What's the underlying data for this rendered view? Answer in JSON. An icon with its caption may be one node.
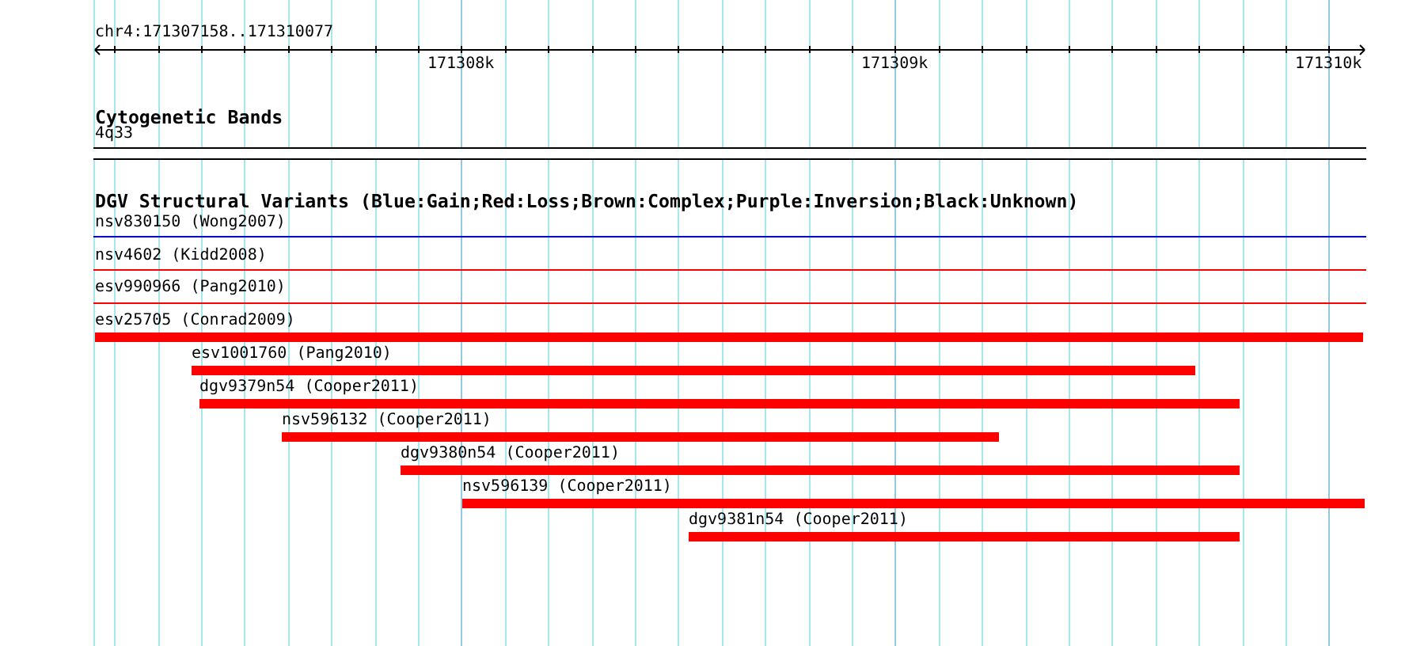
{
  "diagram": {
    "nodes": [
      {
        "text": [
          "4q33"
        ]
      },
      {
        "text": [
          "nsv830150 (Wong2007)"
        ]
      },
      {
        "text": [
          "nsv4602 (Kidd2008)"
        ]
      },
      {
        "text": [
          "esv990966 (Pang2010)"
        ]
      },
      {
        "text": [
          "esv25705 (Conrad2009)"
        ]
      },
      {
        "text": [
          "esv1001760 (Pang2010)"
        ]
      },
      {
        "text": [
          "dgv9379n54 (Cooper2011)"
        ]
      },
      {
        "text": [
          "nsv596132 (Cooper2011)"
        ]
      },
      {
        "text": [
          "dgv9380n54 (Cooper2011)"
        ]
      },
      {
        "text": [
          "nsv596139 (Cooper2011)"
        ]
      },
      {
        "text": [
          "dgv9381n54 (Cooper2011)"
        ]
      }
    ],
    "labels": [
      "chr4:171307158..171310077",
      "171308k",
      "171309k",
      "171310k",
      "Cytogenetic Bands",
      "DGV Structural Variants (Blue:Gain;Red:Loss;Brown:Complex;Purple:Inversion;Black:Unknown)"
    ]
  }
}
